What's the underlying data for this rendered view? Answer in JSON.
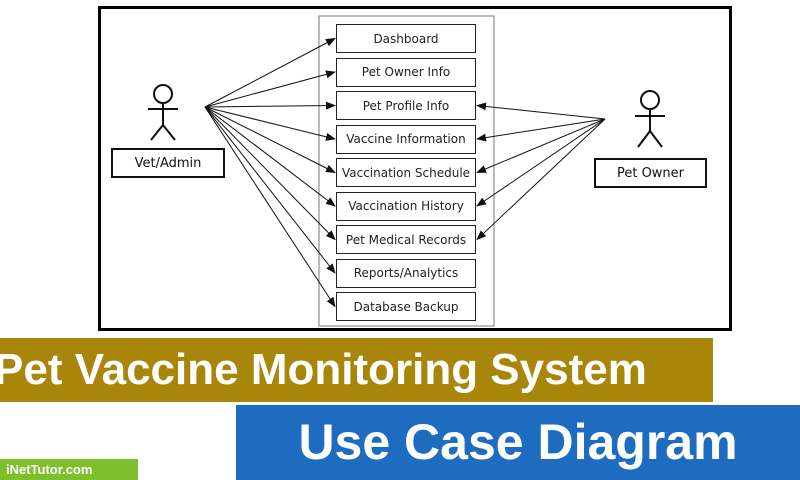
{
  "diagram": {
    "actors": {
      "vet_admin": {
        "label": "Vet/Admin"
      },
      "pet_owner": {
        "label": "Pet Owner"
      }
    },
    "use_cases": [
      {
        "id": "dashboard",
        "label": "Dashboard"
      },
      {
        "id": "pet-owner-info",
        "label": "Pet Owner Info"
      },
      {
        "id": "pet-profile-info",
        "label": "Pet Profile Info"
      },
      {
        "id": "vaccine-information",
        "label": "Vaccine Information"
      },
      {
        "id": "vaccination-schedule",
        "label": "Vaccination Schedule"
      },
      {
        "id": "vaccination-history",
        "label": "Vaccination History"
      },
      {
        "id": "pet-medical-records",
        "label": "Pet Medical Records"
      },
      {
        "id": "reports-analytics",
        "label": "Reports/Analytics"
      },
      {
        "id": "database-backup",
        "label": "Database Backup"
      }
    ],
    "associations": {
      "vet_admin": [
        "dashboard",
        "pet-owner-info",
        "pet-profile-info",
        "vaccine-information",
        "vaccination-schedule",
        "vaccination-history",
        "pet-medical-records",
        "reports-analytics",
        "database-backup"
      ],
      "pet_owner": [
        "pet-profile-info",
        "vaccine-information",
        "vaccination-schedule",
        "vaccination-history",
        "pet-medical-records"
      ]
    }
  },
  "banner": {
    "title": "Pet Vaccine Monitoring System",
    "subtitle": "Use Case Diagram"
  },
  "brand": {
    "label": "iNetTutor.com"
  },
  "colors": {
    "title_banner": "#a8860a",
    "subtitle_banner": "#1e6cc0",
    "brand_badge": "#7dbf2c"
  }
}
